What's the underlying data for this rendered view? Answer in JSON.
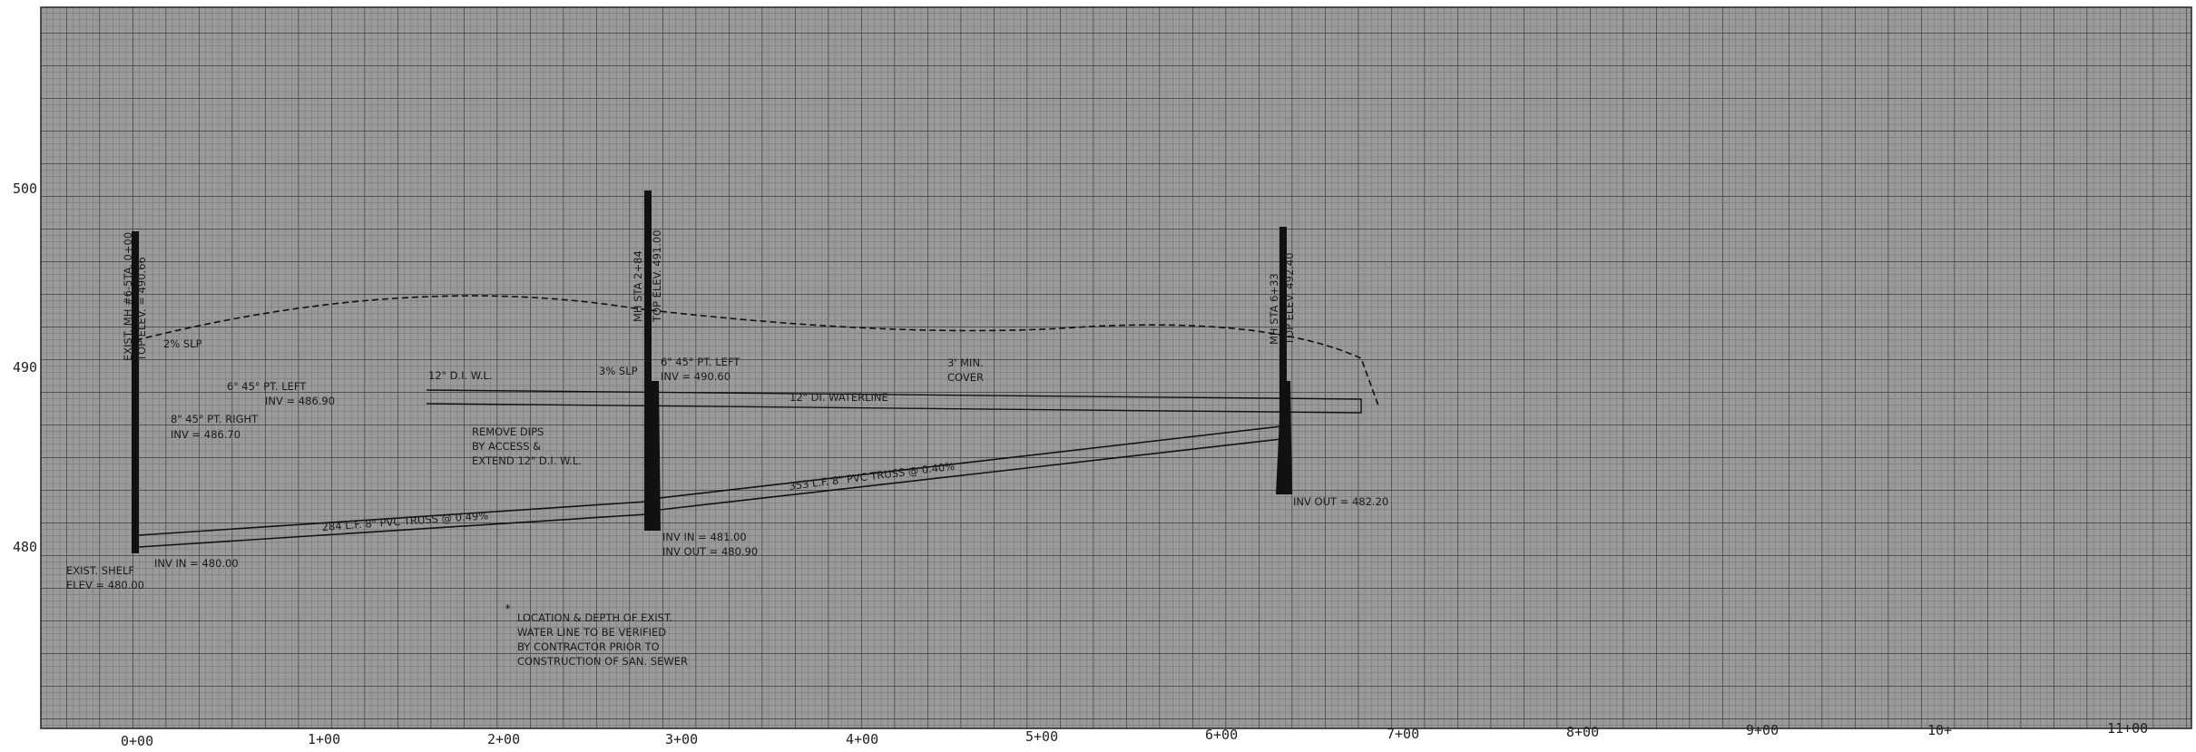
{
  "elevation_labels": [
    "500",
    "490",
    "480"
  ],
  "station_labels": [
    "0+00",
    "1+00",
    "2+00",
    "3+00",
    "4+00",
    "5+00",
    "6+00",
    "7+00",
    "8+00",
    "9+00",
    "10+",
    "11+00"
  ],
  "notes": {
    "existing_manhole_left": "EXIST. MH #6-5TA. 0+00",
    "existing_manhole_left_2": "TOP ELEV. = 490.66",
    "slope_2": "2% SLP",
    "wye_6": "6\" 45° PT. LEFT",
    "wye_6_inv": "INV = 486.90",
    "left_8": "8\" 45° PT. RIGHT",
    "left_8_inv": "INV = 486.70",
    "dip_12": "12\" D.I. W.L.",
    "remove_dips": "REMOVE DIPS",
    "remove_dips_2": "BY ACCESS &",
    "remove_dips_3": "EXTEND 12\" D.I. W.L.",
    "mh_top": "MH STA 2+84",
    "mh_top_2": "TOP ELEV. 491.00",
    "slope_3": "3% SLP",
    "wye_8": "6\" 45° PT. LEFT",
    "wye_8_inv": "INV = 490.60",
    "waterline_12": "12\" DI. WATERLINE",
    "cover": "3' MIN.",
    "cover_2": "COVER",
    "mh_right": "MH STA 6+33",
    "mh_right_2": "TOP ELEV. 492.40",
    "pipe_1": "284 L.F. 8\" PVC TRUSS @ 0.49%",
    "pipe_2": "353 L.F. 8\" PVC TRUSS @ 0.40%",
    "inv_in_mid": "INV IN = 481.00",
    "inv_out_mid": "INV OUT = 480.90",
    "inv_out_right": "INV OUT = 482.20",
    "inv_in_left": "INV IN = 480.00",
    "exist_shelf": "EXIST. SHELF",
    "exist_shelf_2": "ELEV = 480.00",
    "location_note_1": "LOCATION & DEPTH OF EXIST.",
    "location_note_2": "WATER LINE TO BE VERIFIED",
    "location_note_3": "BY CONTRACTOR PRIOR TO",
    "location_note_4": "CONSTRUCTION OF SAN. SEWER"
  }
}
